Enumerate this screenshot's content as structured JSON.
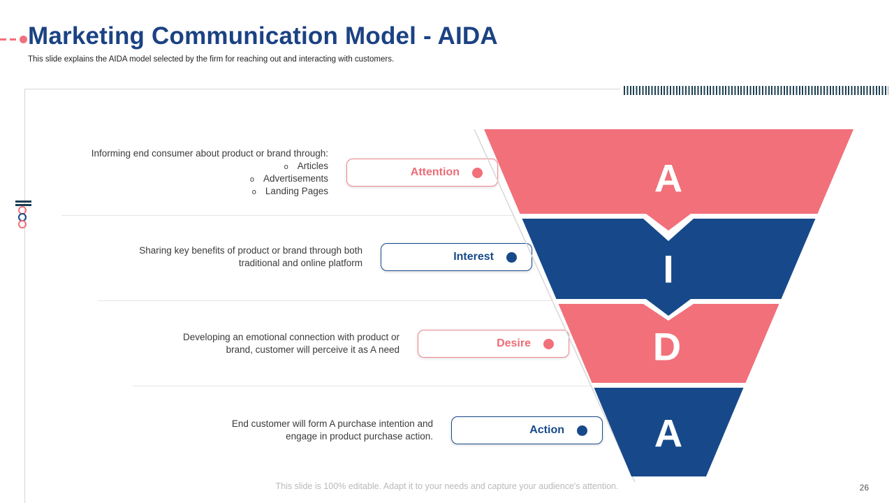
{
  "slide": {
    "title": "Marketing Communication Model - AIDA",
    "subtitle": "This slide explains the AIDA model selected by the firm for reaching out and interacting with customers.",
    "footer": "This slide is 100% editable. Adapt it to your needs and capture your audience's attention.",
    "page_number": "26",
    "bullet_marker": "o"
  },
  "colors": {
    "salmon": "#F1707A",
    "navy": "#17498A",
    "title": "#1B4283",
    "tick": "#1d3f52"
  },
  "stages": [
    {
      "letter": "A",
      "label": "Attention",
      "color": "salmon",
      "description": "Informing end consumer about product or brand through:",
      "bullets": [
        "Articles",
        "Advertisements",
        "Landing Pages"
      ]
    },
    {
      "letter": "I",
      "label": "Interest",
      "color": "navy",
      "description": "Sharing key benefits of product or brand through both traditional and online platform"
    },
    {
      "letter": "D",
      "label": "Desire",
      "color": "salmon",
      "description": "Developing an emotional connection with product or brand, customer will perceive it as A need"
    },
    {
      "letter": "A",
      "label": "Action",
      "color": "navy",
      "description": "End customer will form A purchase intention and engage in product purchase action."
    }
  ]
}
